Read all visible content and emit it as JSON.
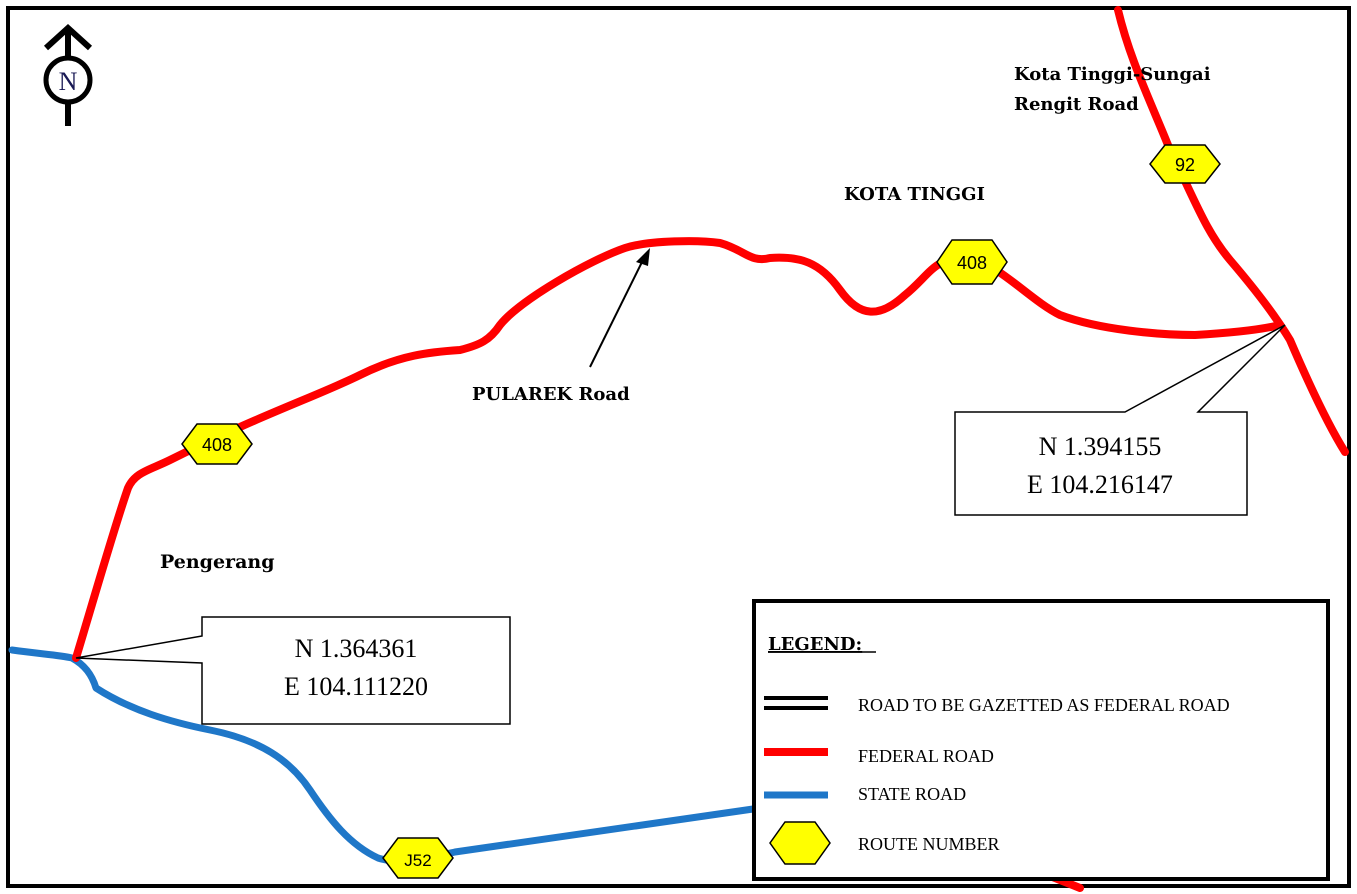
{
  "colors": {
    "federal_road": "#ff0000",
    "state_road": "#1f77c8",
    "route_shield": "#ffff00",
    "frame": "#000000"
  },
  "compass": {
    "icon": "north-arrow-icon",
    "letter": "N"
  },
  "place_labels": {
    "kota_tinggi_sungai_rengit_line1": "Kota Tinggi-Sungai",
    "kota_tinggi_sungai_rengit_line2": "Rengit Road",
    "kota_tinggi": "KOTA TINGGI",
    "pularek_road": "PULAREK Road",
    "pengerang": "Pengerang"
  },
  "route_shields": {
    "r92": "92",
    "r408_east": "408",
    "r408_west": "408",
    "j52": "J52"
  },
  "coordinate_callouts": {
    "east": {
      "lat": "N 1.394155",
      "lon": "E 104.216147"
    },
    "west": {
      "lat": "N 1.364361",
      "lon": "E 104.111220"
    }
  },
  "legend": {
    "title": "LEGEND:",
    "items": [
      {
        "label": "ROAD TO BE GAZETTED AS FEDERAL ROAD",
        "icon": "double-black-line-icon"
      },
      {
        "label": "FEDERAL ROAD",
        "icon": "red-line-icon"
      },
      {
        "label": "STATE ROAD",
        "icon": "blue-line-icon"
      },
      {
        "label": "ROUTE NUMBER",
        "icon": "yellow-hexagon-icon"
      }
    ]
  }
}
